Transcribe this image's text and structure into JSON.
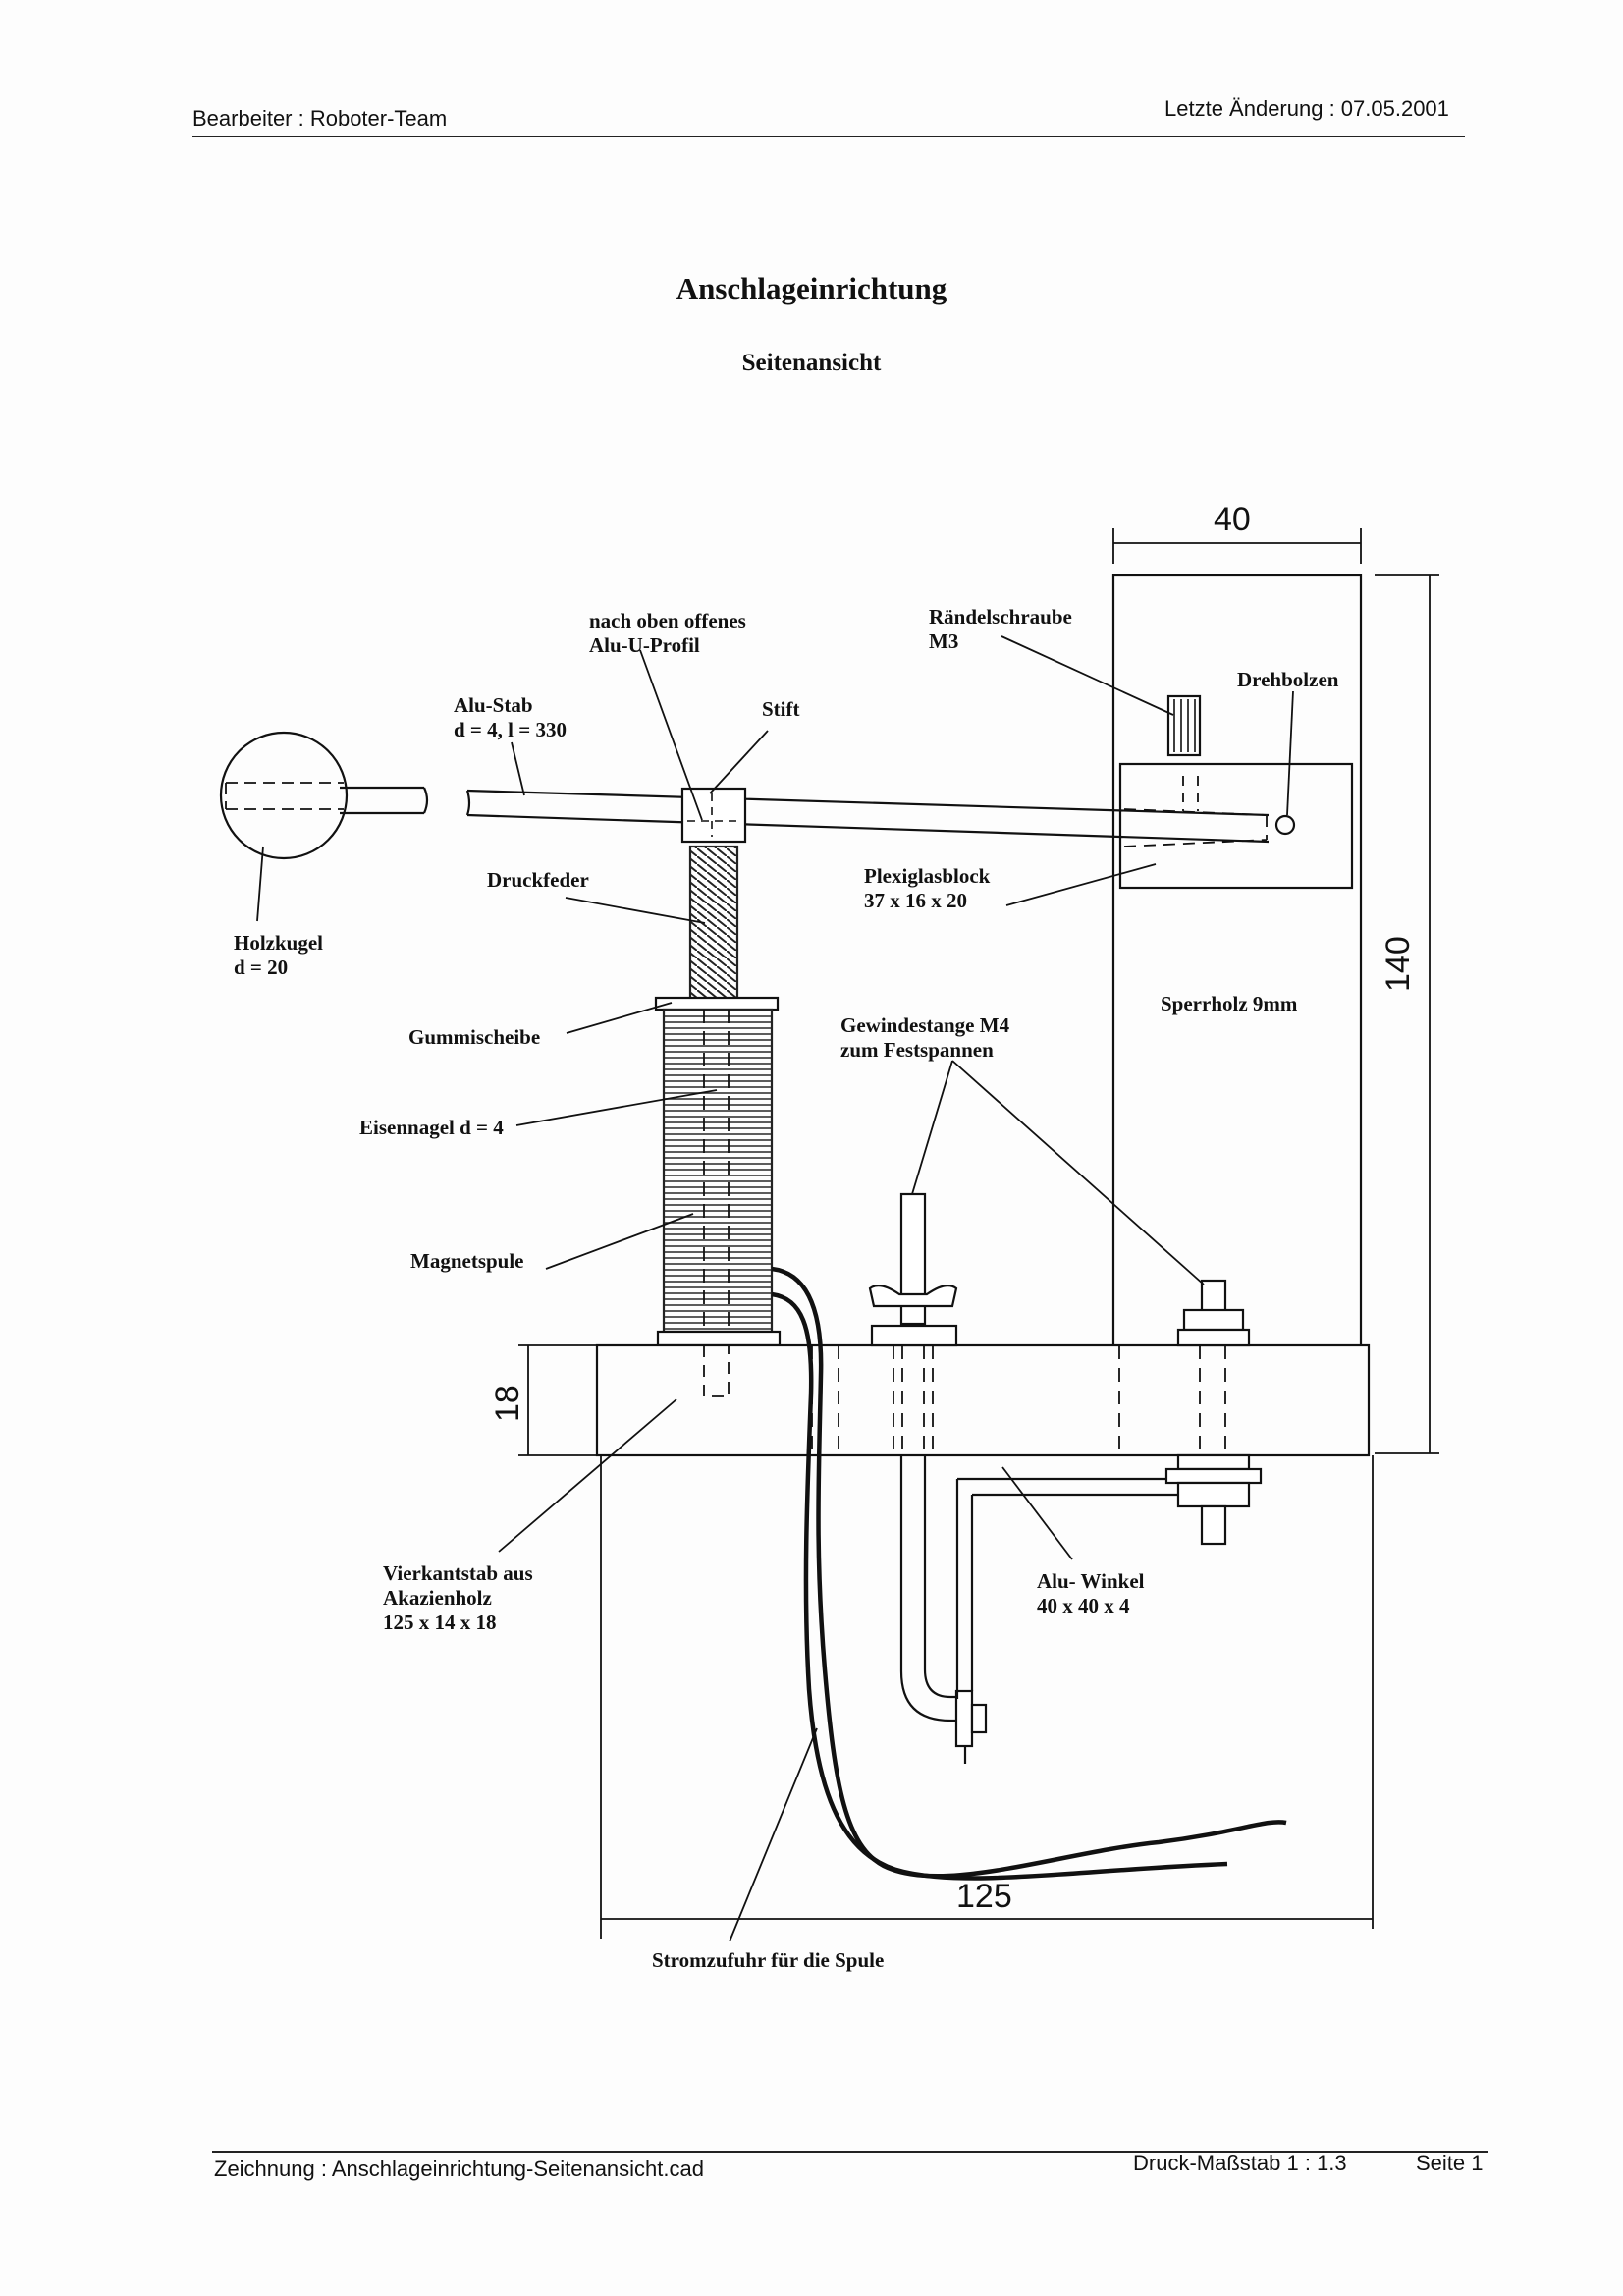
{
  "header": {
    "author": "Bearbeiter : Roboter-Team",
    "last_change": "Letzte Änderung : 07.05.2001"
  },
  "title": "Anschlageinrichtung",
  "subtitle": "Seitenansicht",
  "labels": {
    "alu_profil": [
      "nach oben offenes",
      "Alu-U-Profil"
    ],
    "raendelschraube": [
      "Rändelschraube",
      "M3"
    ],
    "drehbolzen": "Drehbolzen",
    "alu_stab": [
      "Alu-Stab",
      "d = 4, l = 330"
    ],
    "stift": "Stift",
    "druckfeder": "Druckfeder",
    "plexiglasblock": [
      "Plexiglasblock",
      "37 x 16 x 20"
    ],
    "holzkugel": [
      "Holzkugel",
      "d = 20"
    ],
    "sperrholz": "Sperrholz 9mm",
    "gummischeibe": "Gummischeibe",
    "gewindestange": [
      "Gewindestange M4",
      "zum Festspannen"
    ],
    "eisennagel": "Eisennagel d = 4",
    "magnetspule": "Magnetspule",
    "vierkantstab": [
      "Vierkantstab aus",
      "Akazienholz",
      "125 x 14 x 18"
    ],
    "alu_winkel": [
      "Alu- Winkel",
      "40 x 40 x 4"
    ],
    "stromzufuhr": "Stromzufuhr für die Spule"
  },
  "dimensions": {
    "width_top": "40",
    "height_right": "140",
    "height_left": "18",
    "width_bottom": "125"
  },
  "footer": {
    "drawing": "Zeichnung :  Anschlageinrichtung-Seitenansicht.cad",
    "scale": "Druck-Maßstab 1 : 1.3",
    "page": "Seite 1"
  }
}
